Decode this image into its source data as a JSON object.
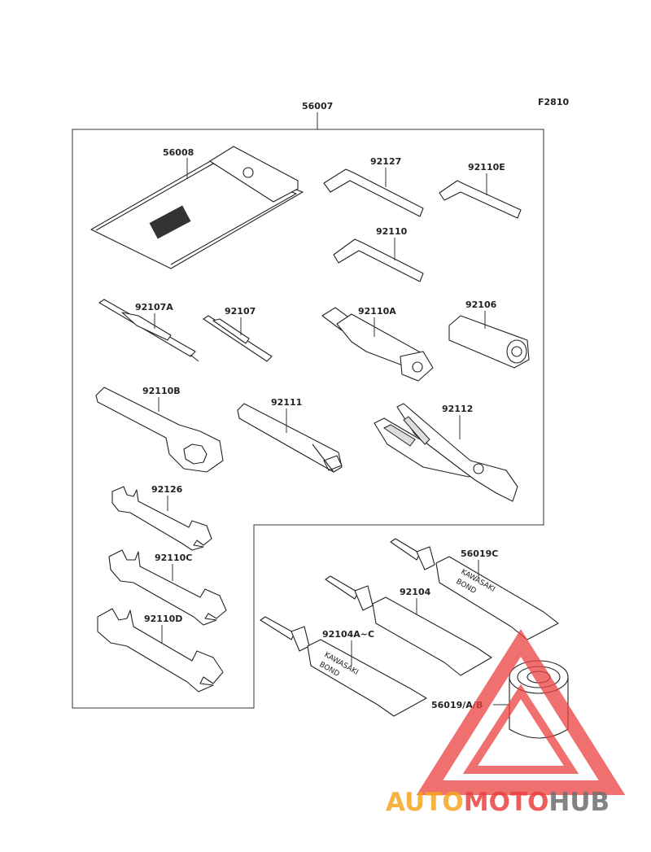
{
  "figure_code": "F2810",
  "assembly_number": "56007",
  "parts": {
    "pouch": "56008",
    "hex_key_large": "92127",
    "hex_key_right": "92110E",
    "hex_key_small": "92110",
    "screwdriver_a": "92107A",
    "screwdriver": "92107",
    "box_wrench_ext": "92110A",
    "hex_socket": "92106",
    "ring_wrench": "92110B",
    "extension_bar": "92111",
    "pliers": "92112",
    "wrench_small": "92126",
    "wrench_medium": "92110C",
    "wrench_large": "92110D",
    "bond_tube_c": "56019C",
    "bond_tube_mid": "92104",
    "bond_tube_ac": "92104A~C",
    "bond_can": "56019/A/B"
  },
  "tube_printing": {
    "brand": "KAWASAKI",
    "product": "BOND"
  },
  "watermark": {
    "part1": "AUTO",
    "part2": "MOTO",
    "part3": "HUB",
    "color_orange": "#f5a623",
    "color_red": "#ec4040",
    "color_gray": "#6e6e6e"
  }
}
